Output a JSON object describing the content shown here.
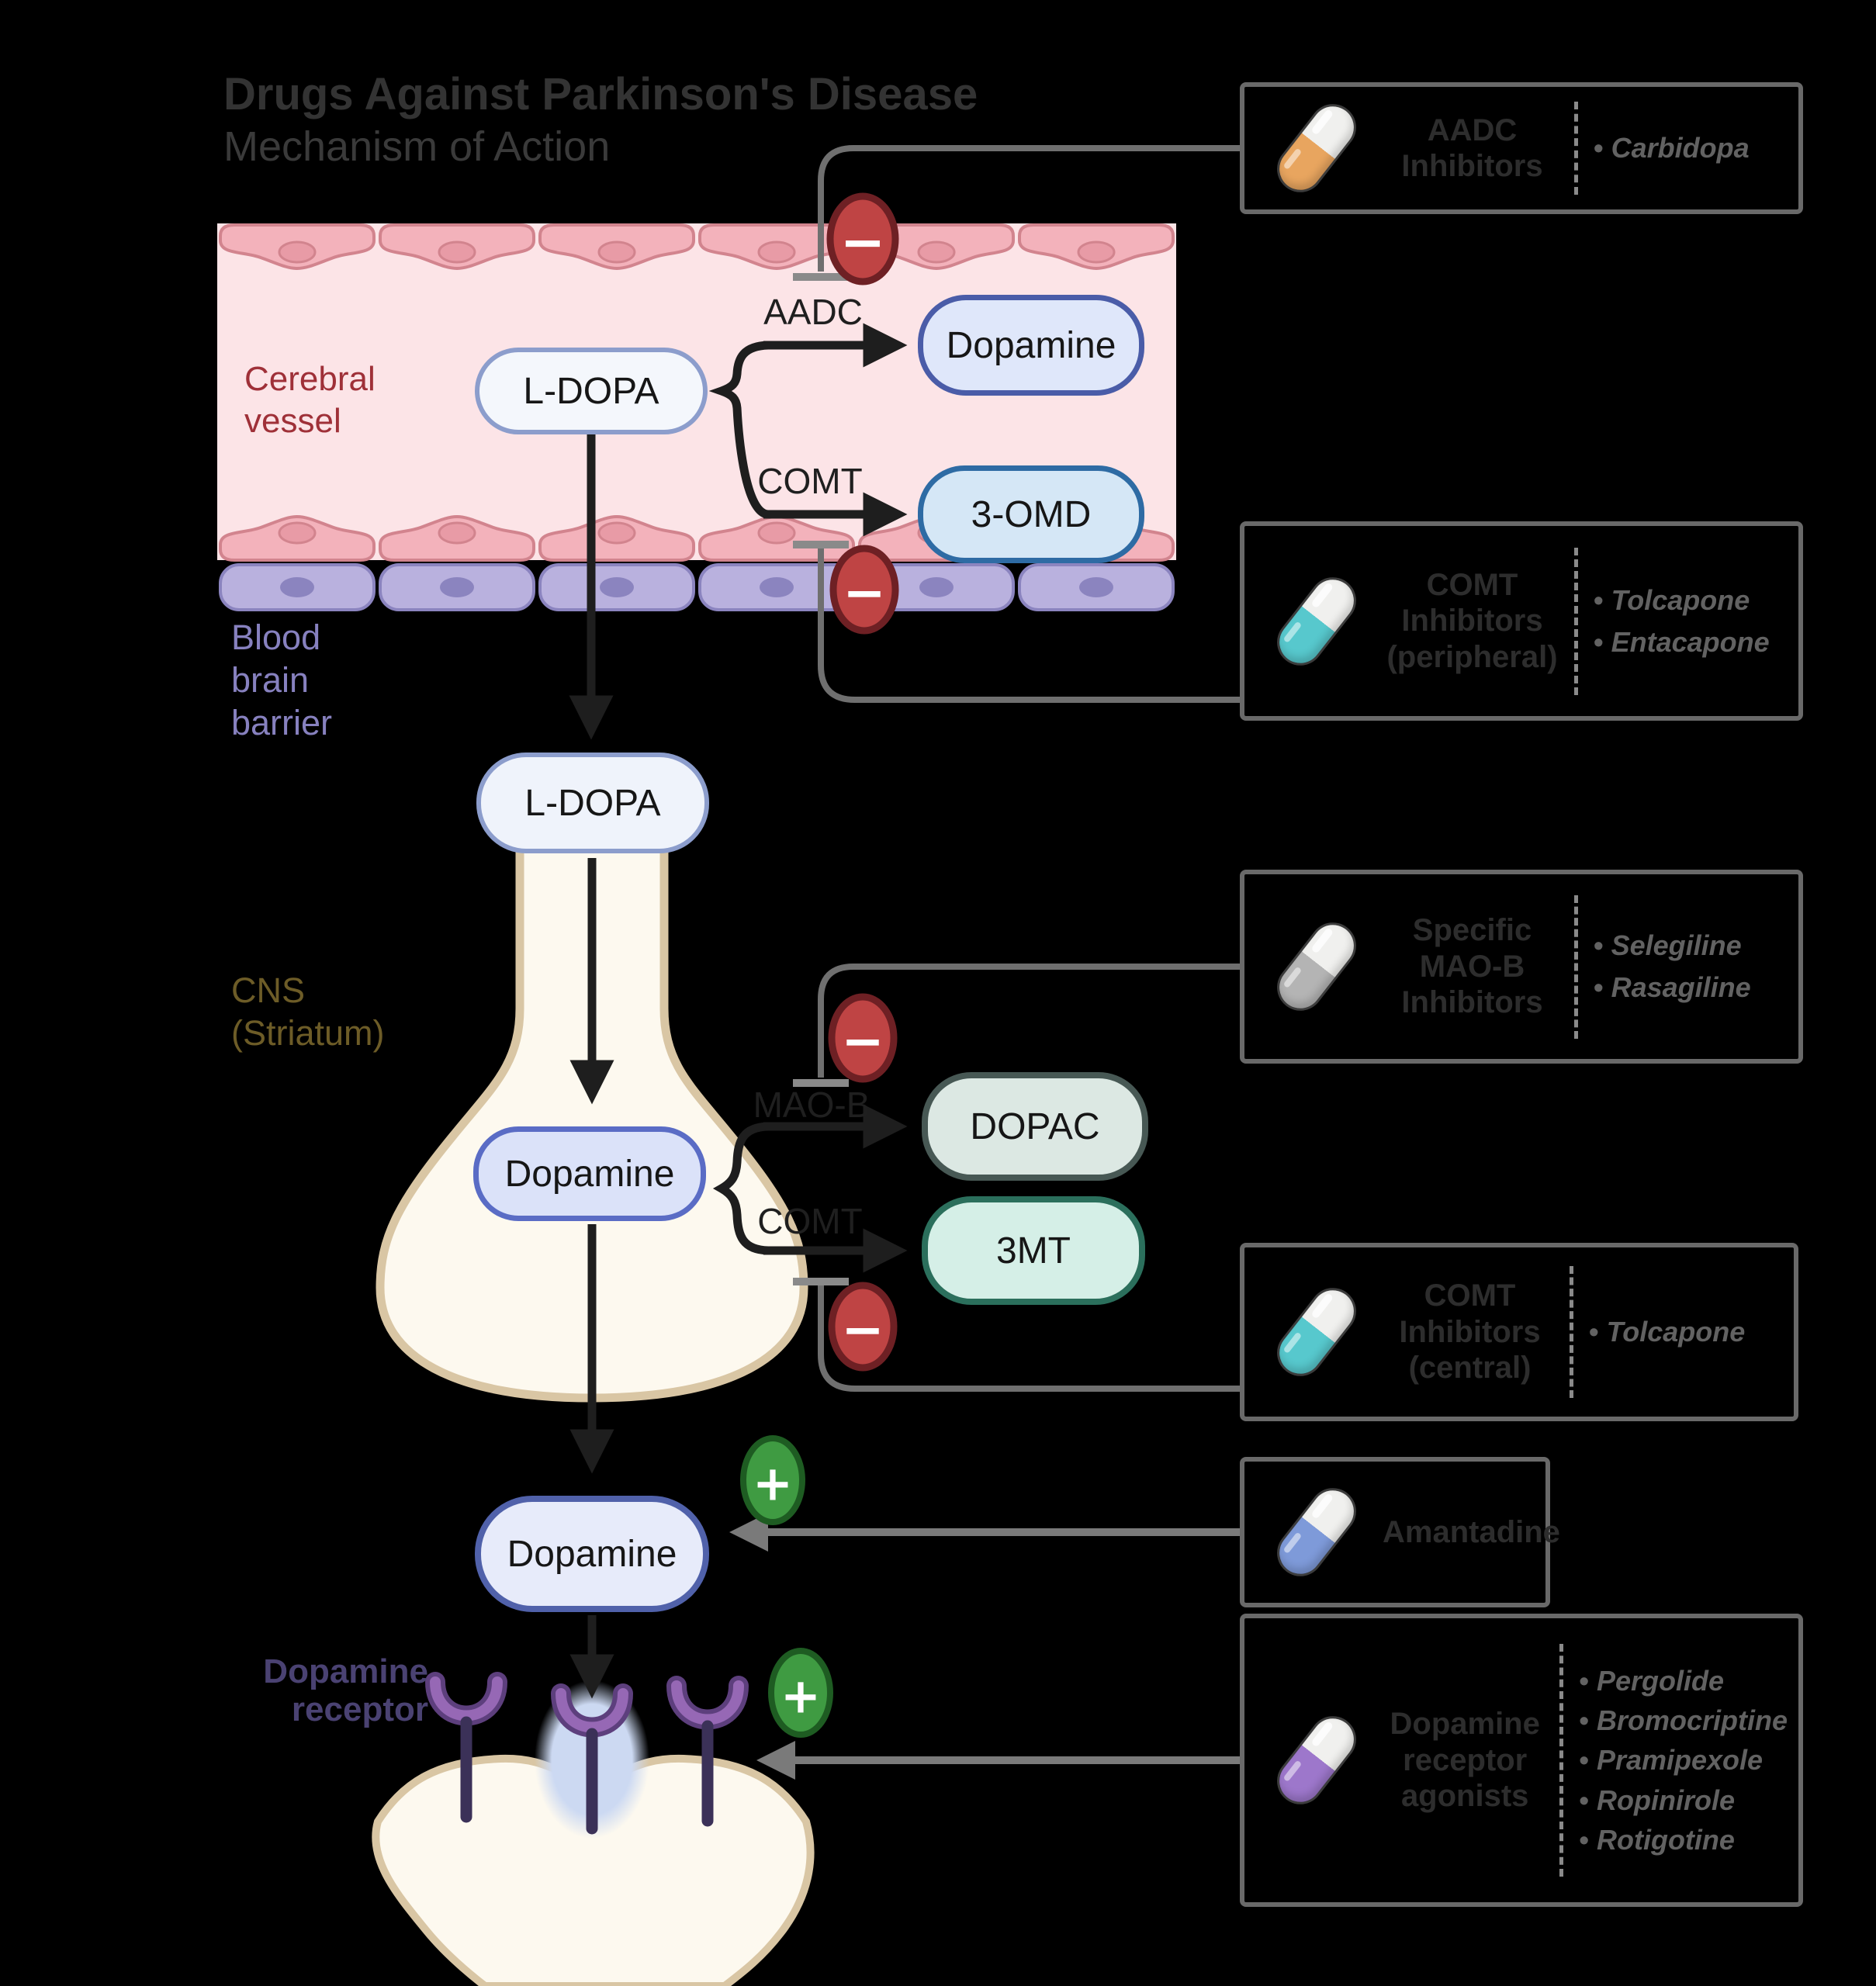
{
  "title": {
    "line1": "Drugs Against Parkinson's Disease",
    "line2": "Mechanism of Action"
  },
  "region_labels": {
    "cerebral_vessel": [
      "Cerebral",
      "vessel"
    ],
    "blood_brain_barrier": [
      "Blood",
      "brain",
      "barrier"
    ],
    "cns": [
      "CNS",
      "(Striatum)"
    ],
    "dopamine_receptor": [
      "Dopamine",
      "receptor"
    ]
  },
  "nodes": {
    "ldopa_vessel": "L-DOPA",
    "dopamine_vessel": "Dopamine",
    "omd": "3-OMD",
    "ldopa_cns": "L-DOPA",
    "dopamine_cns": "Dopamine",
    "dopac": "DOPAC",
    "mt3": "3MT",
    "dopamine_synaptic": "Dopamine"
  },
  "enzymes": {
    "aadc": "AADC",
    "comt_peripheral": "COMT",
    "maob": "MAO-B",
    "comt_central": "COMT"
  },
  "badges": {
    "minus": "−",
    "plus": "+"
  },
  "icons": {
    "drug_icon": "capsule-pill-icon",
    "inhibition_icon": "minus-inhibition-icon",
    "stimulation_icon": "plus-stimulation-icon",
    "receptor_icon": "y-shaped-receptor-icon"
  },
  "drug_boxes": [
    {
      "title_lines": [
        "AADC",
        "Inhibitors"
      ],
      "drugs": [
        "Carbidopa"
      ],
      "capsule_color": "#e8a55f"
    },
    {
      "title_lines": [
        "COMT",
        "Inhibitors",
        "(peripheral)"
      ],
      "drugs": [
        "Tolcapone",
        "Entacapone"
      ],
      "capsule_color": "#57c8cd"
    },
    {
      "title_lines": [
        "Specific",
        "MAO-B",
        "Inhibitors"
      ],
      "drugs": [
        "Selegiline",
        "Rasagiline"
      ],
      "capsule_color": "#b4b4b4"
    },
    {
      "title_lines": [
        "COMT",
        "Inhibitors",
        "(central)"
      ],
      "drugs": [
        "Tolcapone"
      ],
      "capsule_color": "#57c8cd"
    },
    {
      "title_lines": [
        "Amantadine"
      ],
      "drugs": [],
      "capsule_color": "#7e9ad9"
    },
    {
      "title_lines": [
        "Dopamine",
        "receptor",
        "agonists"
      ],
      "drugs": [
        "Pergolide",
        "Bromocriptine",
        "Pramipexole",
        "Ropinirole",
        "Rotigotine"
      ],
      "capsule_color": "#9d77cb"
    }
  ],
  "colors": {
    "background": "#000000",
    "vessel_lumen": "#fce4e7",
    "endothelial_cell": "#f3b2bb",
    "bbb_cell": "#b9b1de",
    "neuron_fill": "#fdf9ef",
    "neuron_stroke": "#d9c6a4",
    "inhibit_red": "#bf4444",
    "stimulate_green": "#3f9b42",
    "connector_gray": "#6f6f6f",
    "receptor_purple": "#9668b5"
  }
}
